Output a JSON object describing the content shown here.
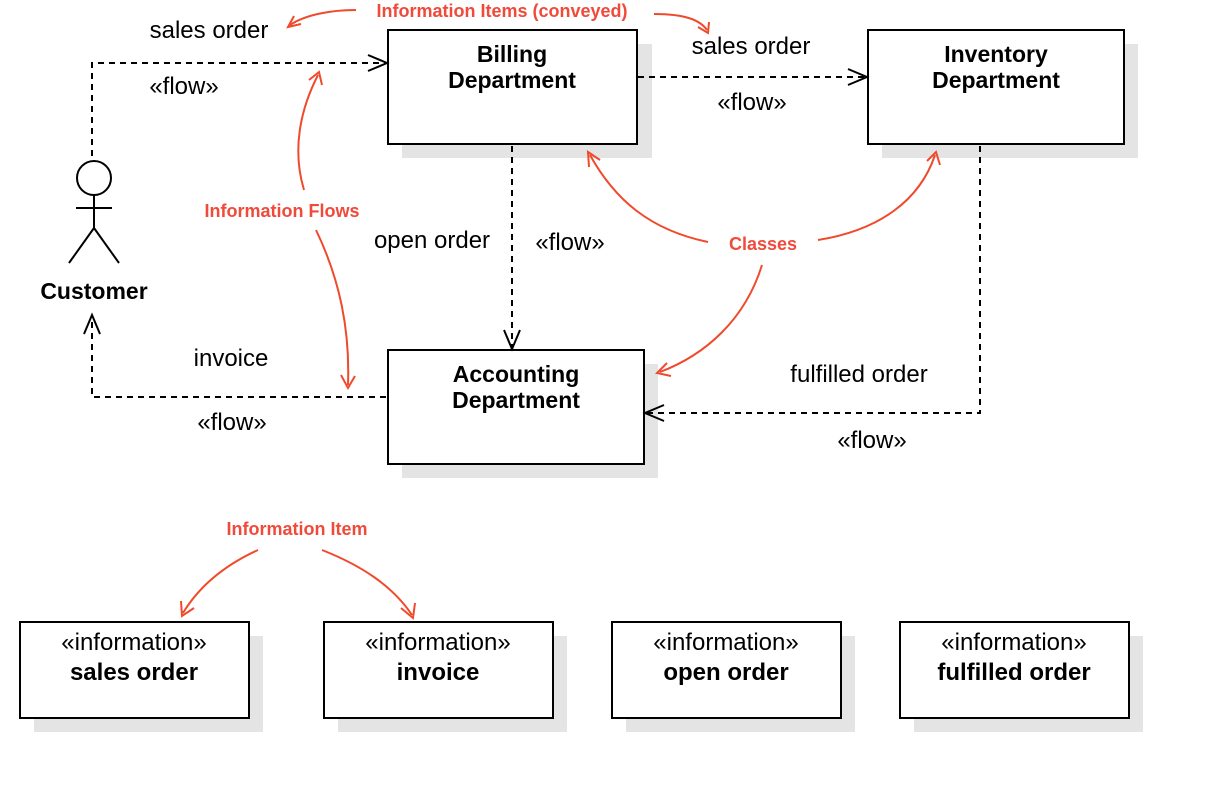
{
  "classes": {
    "billing": [
      "Billing",
      "Department"
    ],
    "inventory": [
      "Inventory",
      "Department"
    ],
    "accounting": [
      "Accounting",
      "Department"
    ]
  },
  "actor": {
    "name": "Customer"
  },
  "flows": {
    "customer_billing": {
      "conveyed": "sales order",
      "stereotype": "«flow»"
    },
    "billing_inventory": {
      "conveyed": "sales order",
      "stereotype": "«flow»"
    },
    "billing_accounting": {
      "conveyed": "open order",
      "stereotype": "«flow»"
    },
    "inventory_accounting": {
      "conveyed": "fulfilled order",
      "stereotype": "«flow»"
    },
    "accounting_customer": {
      "conveyed": "invoice",
      "stereotype": "«flow»"
    }
  },
  "annotations": {
    "info_items_conveyed": "Information Items (conveyed)",
    "info_flows": "Information Flows",
    "classes": "Classes",
    "info_item": "Information Item"
  },
  "information_items": [
    {
      "stereotype": "«information»",
      "name": "sales order"
    },
    {
      "stereotype": "«information»",
      "name": "invoice"
    },
    {
      "stereotype": "«information»",
      "name": "open order"
    },
    {
      "stereotype": "«information»",
      "name": "fulfilled order"
    }
  ],
  "colors": {
    "annotation": "#f04a3a",
    "line": "#000000",
    "shadow": "#e4e4e4"
  }
}
